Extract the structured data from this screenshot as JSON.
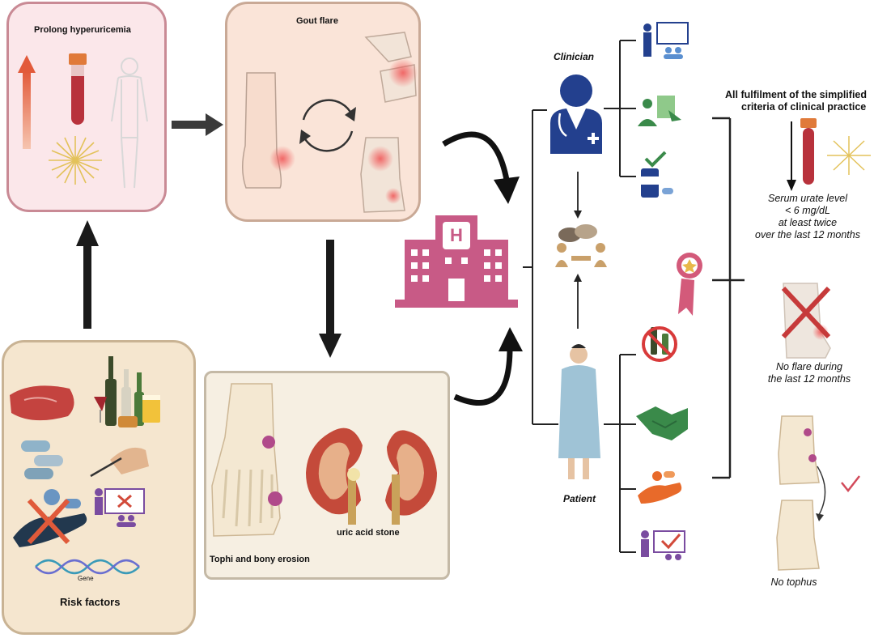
{
  "stages": {
    "hyperuricemia": "Prolong hyperuricemia",
    "gout_flare": "Gout flare",
    "risk_factors": "Risk factors",
    "gene": "Gene",
    "tophi": "Tophi and bony erosion",
    "stone": "uric acid stone"
  },
  "roles": {
    "clinician": "Clinician",
    "patient": "Patient"
  },
  "criteria": {
    "title_line1": "All fulfilment of the simplified",
    "title_line2": "criteria of clinical practice",
    "urate": [
      "Serum urate level",
      "< 6 mg/dL",
      "at least twice",
      "over the last 12 months"
    ],
    "flare": [
      "No flare during",
      "the last 12 months"
    ],
    "tophus": "No tophus"
  },
  "colors": {
    "pink_box": "#fbe7ea",
    "pink_border": "#c98a95",
    "peach_box": "#fae4d8",
    "peach_border": "#c9a996",
    "tan_box": "#f5e6cf",
    "tan_border": "#c9b394",
    "beige_box": "#f6efe2",
    "beige_border": "#c4b9a6",
    "hospital": "#c85a86",
    "clinician_blue": "#23408e",
    "green": "#3a8a4a",
    "red_cross": "#c63a3a"
  }
}
